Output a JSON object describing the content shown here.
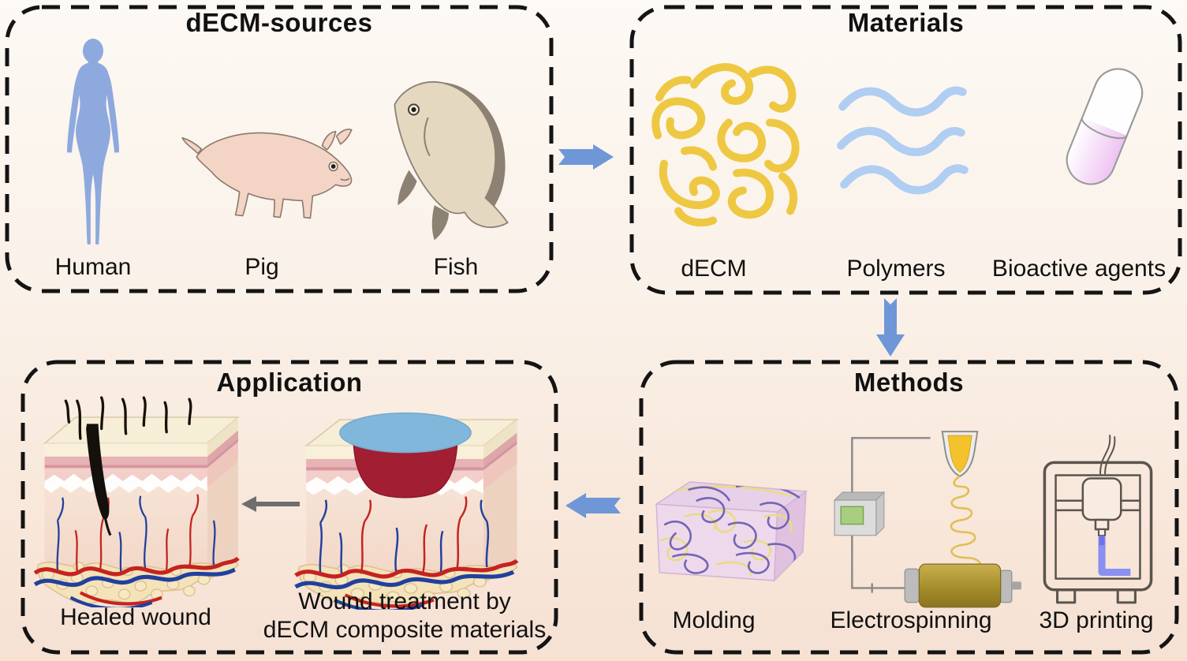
{
  "boxes": {
    "sources": {
      "title": "dECM-sources",
      "items": [
        "Human",
        "Pig",
        "Fish"
      ]
    },
    "materials": {
      "title": "Materials",
      "items": [
        "dECM",
        "Polymers",
        "Bioactive agents"
      ]
    },
    "methods": {
      "title": "Methods",
      "items": [
        "Molding",
        "Electrospinning",
        "3D printing"
      ]
    },
    "application": {
      "title": "Application",
      "items": [
        "Healed wound",
        "Wound treatment by",
        "dECM composite materials"
      ]
    }
  },
  "colors": {
    "box_border": "#141414",
    "arrow_blue": "#6f97d8",
    "arrow_gray": "#6e6e6e",
    "human": "#8ea9de",
    "pig": "#f4d4c5",
    "fish_body": "#e5d8c1",
    "fish_fin": "#8c8172",
    "decm_tangle": "#eec843",
    "polymer_wave": "#b0cdf2",
    "capsule_fill": "#eec2f2",
    "mold_block": "#eed9ec",
    "collector_olive": "#a38a28",
    "printer_line": "#5a544e",
    "print_blue": "#8a90f2",
    "wound_red": "#a21f33",
    "hydrogel_blue": "#82b7dc"
  }
}
